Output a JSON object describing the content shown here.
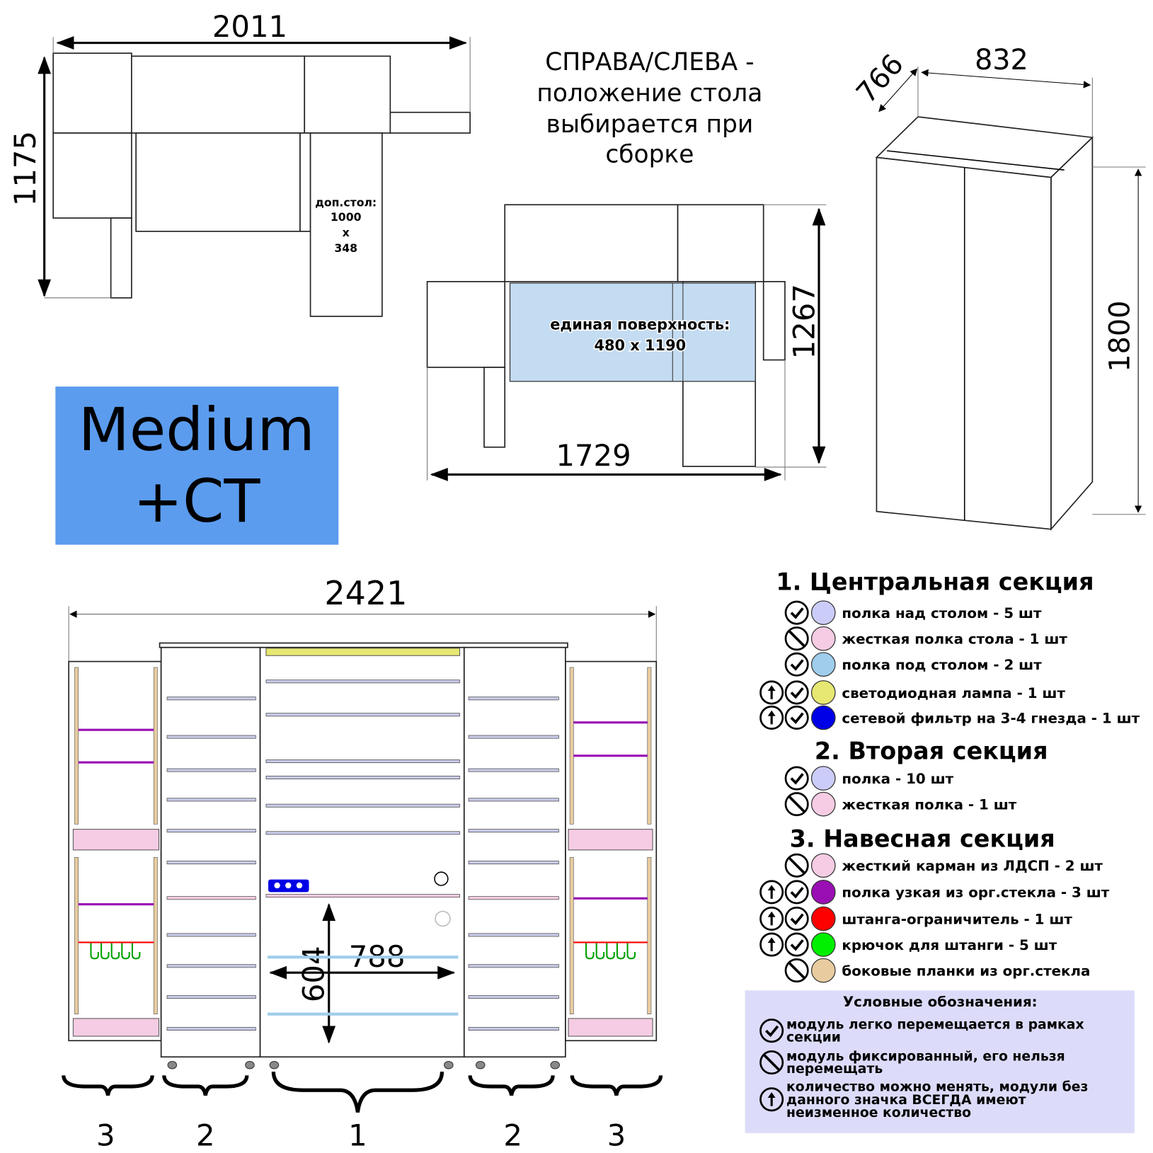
{
  "top_plan": {
    "width_dim": "2011",
    "depth_dim": "1175",
    "extra_table_label": "доп.стол:",
    "extra_table_w": "1000",
    "extra_table_x": "x",
    "extra_table_d": "348"
  },
  "placement_note": [
    "СПРАВА/СЛЕВА -",
    "положение стола",
    "выбирается при",
    "сборке"
  ],
  "center_plan": {
    "surface_label": "единая поверхность:",
    "surface_size": "480 x 1190",
    "width_dim": "1729",
    "depth_dim": "1267"
  },
  "wardrobe": {
    "width_dim": "832",
    "depth_dim": "766",
    "height_dim": "1800"
  },
  "model_badge": {
    "line1": "Medium",
    "line2": "+CT",
    "color": "#5b9cef"
  },
  "front": {
    "total_width": "2421",
    "inner_width": "788",
    "inner_height": "604",
    "section_labels": [
      "3",
      "2",
      "1",
      "2",
      "3"
    ]
  },
  "legend": {
    "sections": [
      {
        "title": "1. Центральная секция",
        "items": [
          {
            "icons": [
              "check"
            ],
            "color": "#cbcdf8",
            "label": "полка над столом - 5 шт"
          },
          {
            "icons": [
              "no"
            ],
            "color": "#f5cce3",
            "label": "жесткая полка стола - 1 шт"
          },
          {
            "icons": [
              "check"
            ],
            "color": "#9fcdeb",
            "label": "полка под столом - 2 шт"
          },
          {
            "icons": [
              "up",
              "check"
            ],
            "color": "#e6e872",
            "label": "светодиодная лампа - 1 шт"
          },
          {
            "icons": [
              "up",
              "check"
            ],
            "color": "#0000e6",
            "label": "сетевой фильтр на 3-4 гнезда - 1 шт"
          }
        ]
      },
      {
        "title": "2. Вторая секция",
        "items": [
          {
            "icons": [
              "check"
            ],
            "color": "#cbcdf8",
            "label": "полка - 10 шт"
          },
          {
            "icons": [
              "no"
            ],
            "color": "#f5cce3",
            "label": "жесткая полка - 1 шт"
          }
        ]
      },
      {
        "title": "3. Навесная секция",
        "items": [
          {
            "icons": [
              "no"
            ],
            "color": "#f5cce3",
            "label": "жесткий карман из ЛДСП - 2 шт"
          },
          {
            "icons": [
              "up",
              "check"
            ],
            "color": "#9a0fb4",
            "label": "полка узкая из орг.стекла - 3 шт"
          },
          {
            "icons": [
              "up",
              "check"
            ],
            "color": "#ff0000",
            "label": "штанга-ограничитель - 1 шт"
          },
          {
            "icons": [
              "up",
              "check"
            ],
            "color": "#00f000",
            "label": "крючок для штанги - 5 шт"
          },
          {
            "icons": [
              "no"
            ],
            "color": "#e8cca0",
            "label": "боковые планки из орг.стекла"
          }
        ]
      }
    ],
    "key": {
      "title": "Условные обозначения:",
      "bg": "#dcdcfa",
      "items": [
        {
          "icon": "check",
          "lines": [
            "модуль легко перемещается в рамках",
            "секции"
          ]
        },
        {
          "icon": "no",
          "lines": [
            "модуль фиксированный, его нельзя",
            "перемещать"
          ]
        },
        {
          "icon": "up",
          "lines": [
            "количество можно менять, модули без",
            "данного значка ВСЕГДА имеют",
            "неизменное количество"
          ]
        }
      ]
    }
  }
}
